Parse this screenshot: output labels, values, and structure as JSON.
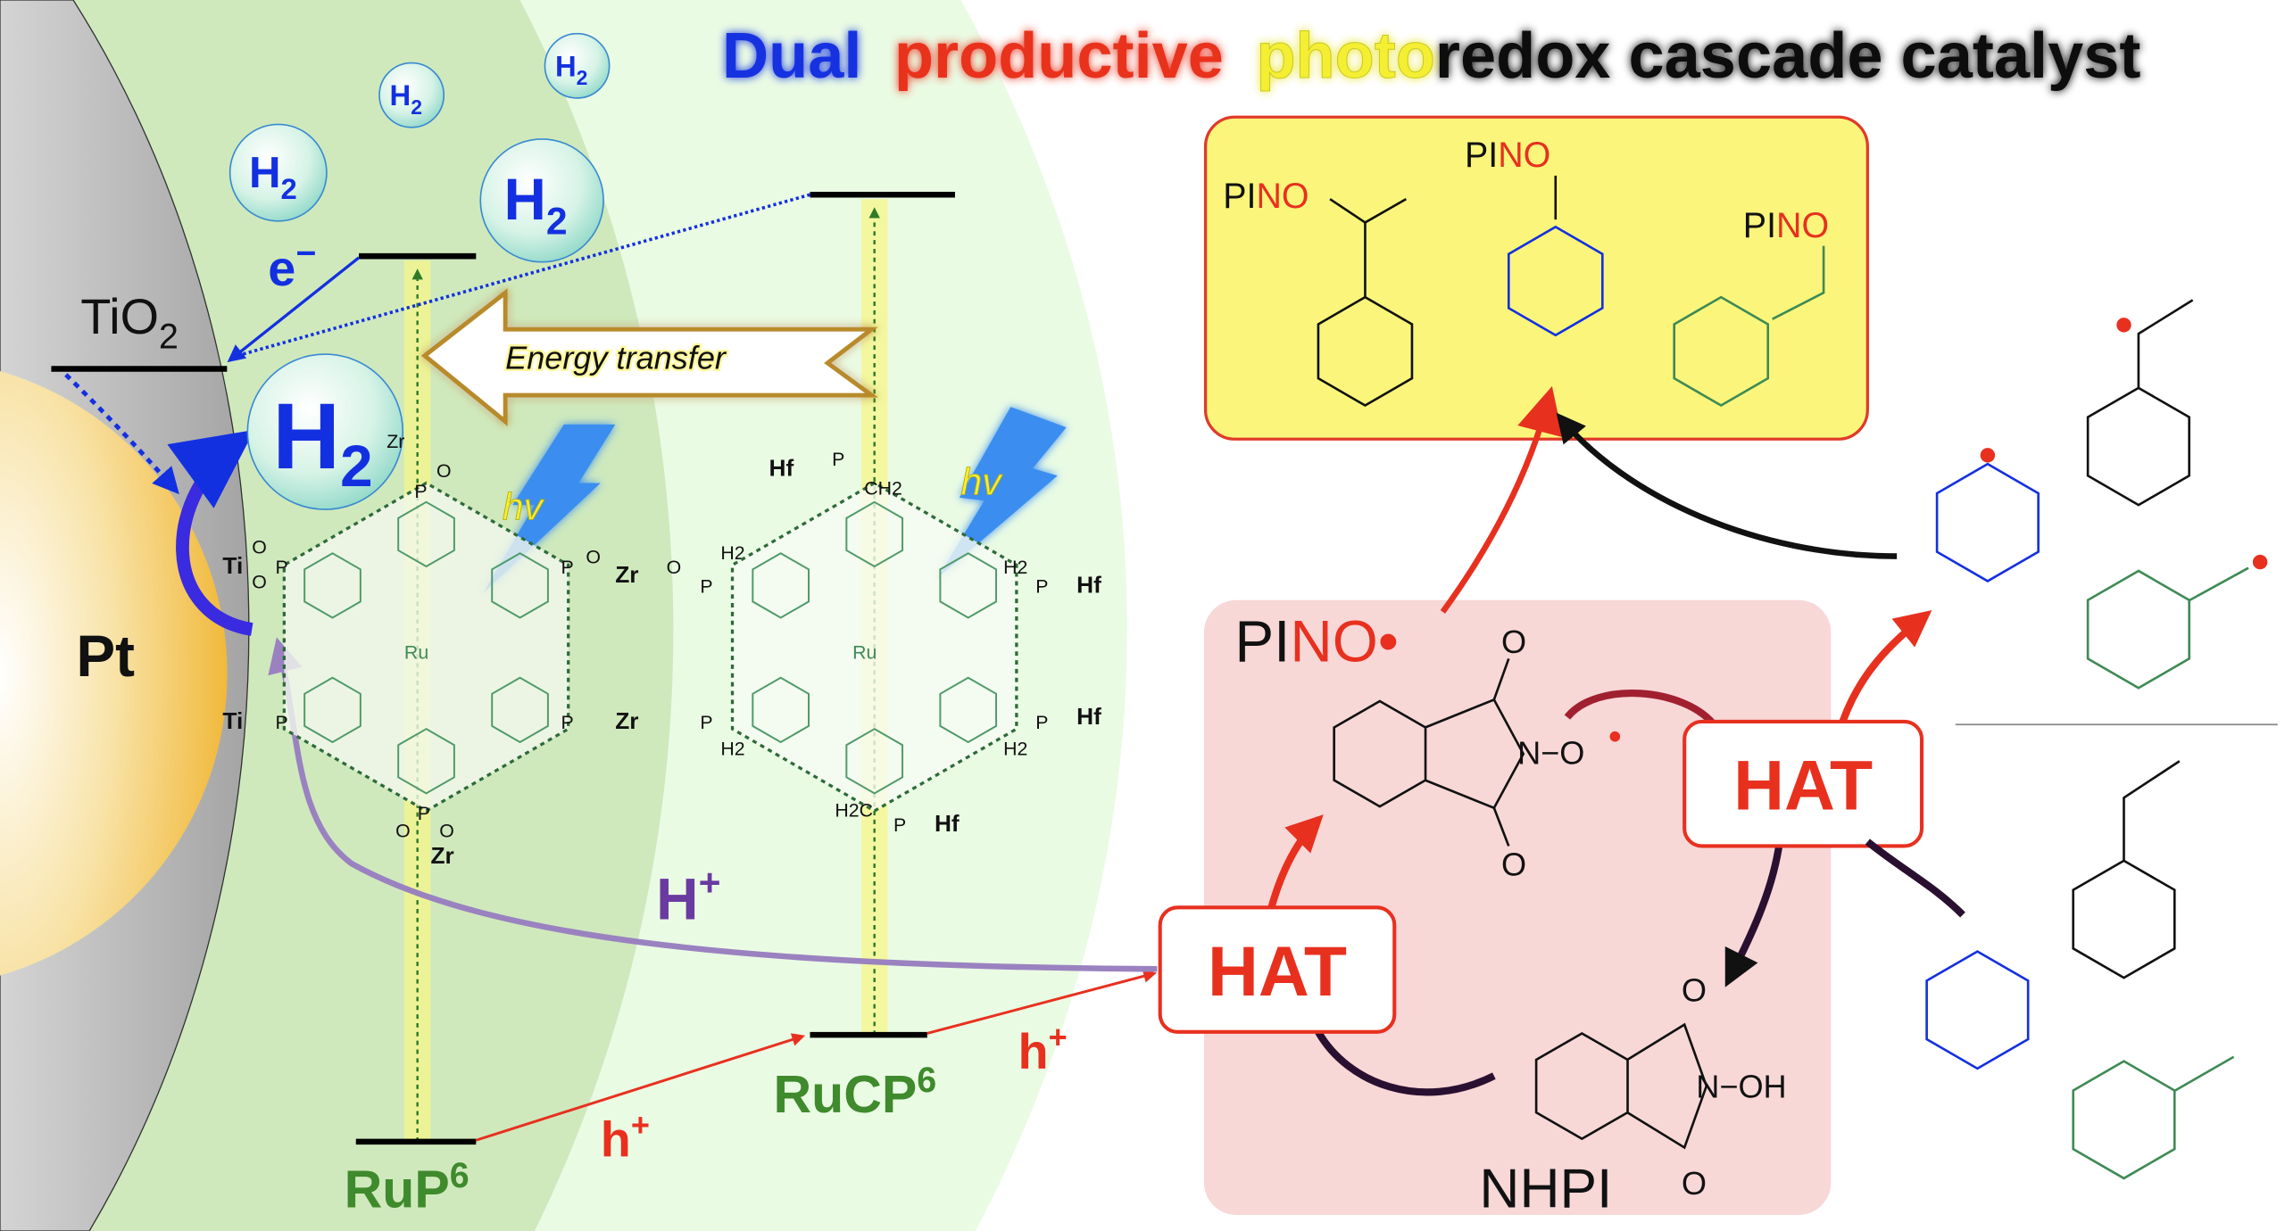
{
  "title": {
    "part1": "Dual",
    "part2": "productive",
    "part3": "photo",
    "part4": "redox cascade catalyst"
  },
  "colors": {
    "blue": "#1330e0",
    "red": "#e8301f",
    "yellow": "#f4ef33",
    "green": "#3f8a2c",
    "purple": "#6a3aa0",
    "product_box": "#fbf67b",
    "cycle_box": "#f8d7d7"
  },
  "left": {
    "tio2": "TiO",
    "tio2_sub": "2",
    "pt": "Pt",
    "e_minus": "e",
    "e_minus_sup": "−",
    "h2": "H",
    "h2_sub": "2",
    "energy_transfer": "Energy transfer",
    "hv": "hv",
    "h_plus": "H",
    "h_plus_sup": "+",
    "hole": "h",
    "hole_sup": "+",
    "rup6": "RuP",
    "rup6_sup": "6",
    "rucp6": "RuCP",
    "rucp6_sup": "6"
  },
  "chem": {
    "ru": "Ru",
    "zr": "Zr",
    "hf": "Hf",
    "ti": "Ti",
    "p": "P",
    "o": "O",
    "n": "N",
    "ch2": "CH2",
    "h2c": "H2C",
    "h2": "H2",
    "c": "C"
  },
  "products": {
    "pi": "PI",
    "no": "NO"
  },
  "cycle": {
    "pino_pi": "PI",
    "pino_no": "NO•",
    "n_o_radical": "N−O",
    "radical_dot": "•",
    "o": "O",
    "n_oh": "N−OH",
    "nhpi": "NHPI",
    "hat": "HAT"
  }
}
